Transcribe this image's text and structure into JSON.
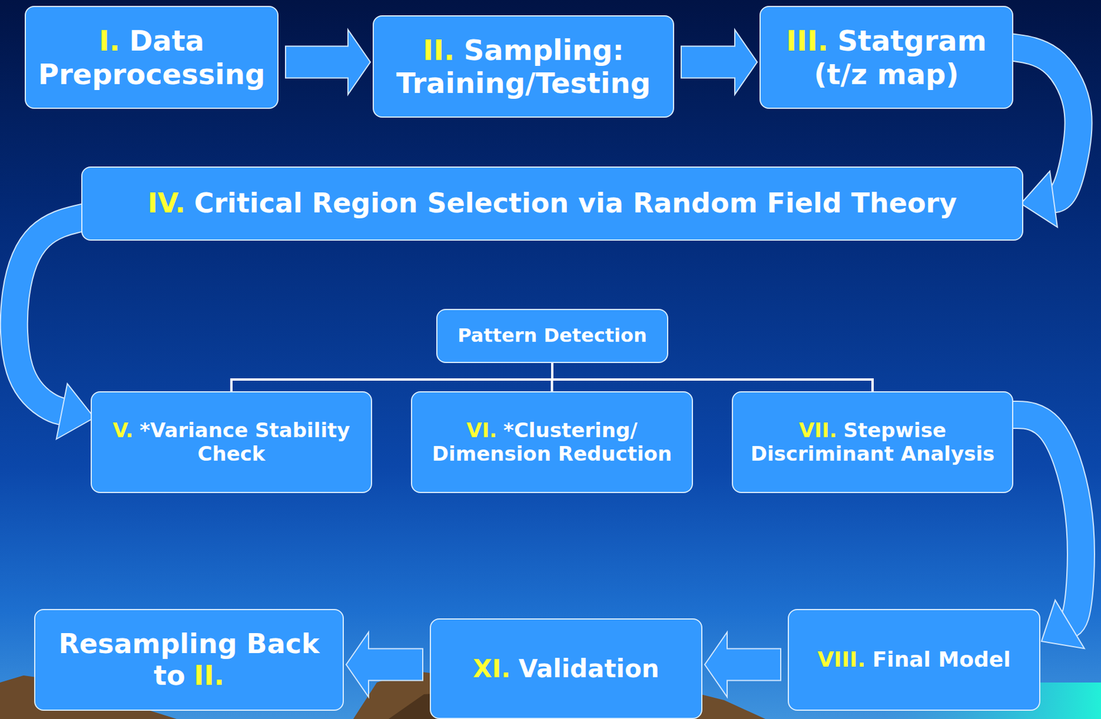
{
  "diagram": {
    "nodes": [
      {
        "text": [
          "I.",
          "Data Preprocessing"
        ]
      },
      {
        "text": [
          "II.",
          "Sampling: Training/Testing"
        ]
      },
      {
        "text": [
          "III.",
          "Statgram (t/z map)"
        ]
      },
      {
        "text": [
          "IV.",
          "Critical Region Selection via Random Field Theory"
        ]
      },
      {
        "text": [
          "Pattern Detection"
        ]
      },
      {
        "text": [
          "V.",
          "*Variance Stability Check"
        ]
      },
      {
        "text": [
          "VI.",
          "*Clustering/ Dimension Reduction"
        ]
      },
      {
        "text": [
          "VII.",
          "Stepwise Discriminant Analysis"
        ]
      },
      {
        "text": [
          "VIII.",
          "Final Model"
        ]
      },
      {
        "text": [
          "XI.",
          "Validation"
        ]
      },
      {
        "text": [
          "Resampling Back to",
          "II."
        ]
      }
    ],
    "edges": [
      {
        "from": 0,
        "to": 1,
        "arrow": "to"
      },
      {
        "from": 1,
        "to": 2,
        "arrow": "to"
      },
      {
        "from": 2,
        "to": 3,
        "arrow": "to"
      },
      {
        "from": 3,
        "to": 5,
        "arrow": "to"
      },
      {
        "from": 4,
        "to": 5,
        "arrow": "none"
      },
      {
        "from": 4,
        "to": 6,
        "arrow": "none"
      },
      {
        "from": 4,
        "to": 7,
        "arrow": "none"
      },
      {
        "from": 7,
        "to": 8,
        "arrow": "to"
      },
      {
        "from": 8,
        "to": 9,
        "arrow": "to"
      },
      {
        "from": 9,
        "to": 10,
        "arrow": "to"
      }
    ]
  }
}
